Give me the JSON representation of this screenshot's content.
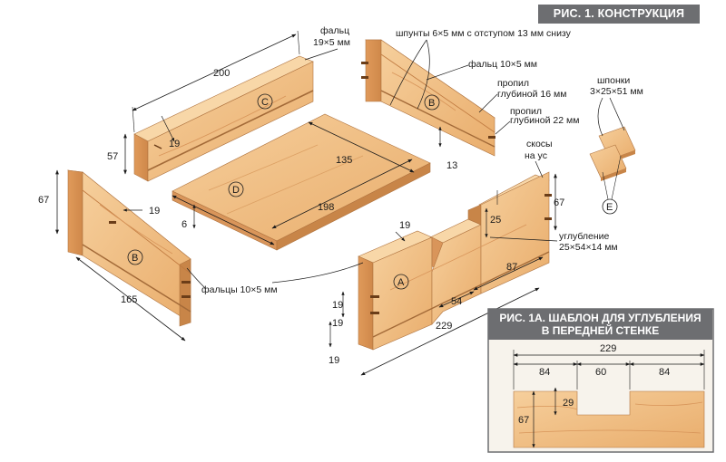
{
  "title": "РИС. 1. КОНСТРУКЦИЯ КОРПУСА",
  "inset_title_line1": "РИС. 1А. ШАБЛОН ДЛЯ УГЛУБЛЕНИЯ",
  "inset_title_line2": "В ПЕРЕДНЕЙ СТЕНКЕ",
  "parts": {
    "A": "A",
    "B_top": "B",
    "B_left": "B",
    "C": "C",
    "D": "D",
    "E": "E"
  },
  "callouts": {
    "rebate_19x5_l1": "фальц",
    "rebate_19x5_l2": "19×5 мм",
    "grooves": "шпунты 6×5 мм с отступом 13 мм снизу",
    "rebate_10x5": "фальц 10×5 мм",
    "kerf16_l1": "пропил",
    "kerf16_l2": "глубиной 16 мм",
    "kerf22_l1": "пропил",
    "kerf22_l2": "глубиной 22 мм",
    "miter_l1": "скосы",
    "miter_l2": "на ус",
    "keys_l1": "шпонки",
    "keys_l2": "3×25×51 мм",
    "recess_l1": "углубление",
    "recess_l2": "25×54×14 мм",
    "rebates_bottom": "фальцы 10×5 мм"
  },
  "dims": {
    "c_len": "200",
    "c_height": "57",
    "c_19": "19",
    "d_135": "135",
    "d_198": "198",
    "d_6": "6",
    "b_13": "13",
    "bl_67": "67",
    "bl_19": "19",
    "bl_165": "165",
    "a_19": "19",
    "a_25": "25",
    "a_67": "67",
    "a_87": "87",
    "a_54": "54",
    "a_229": "229",
    "a_19a": "19",
    "a_19b": "19",
    "a_19c": "19"
  },
  "inset_dims": {
    "total": "229",
    "left": "84",
    "mid": "60",
    "right": "84",
    "depth": "29",
    "height": "67"
  },
  "colors": {
    "wood_light": "#f2c28c",
    "wood_mid": "#e5a868",
    "wood_dark": "#c88548",
    "title_bg": "#6d6e71",
    "inset_bg": "#f5f1ea"
  }
}
